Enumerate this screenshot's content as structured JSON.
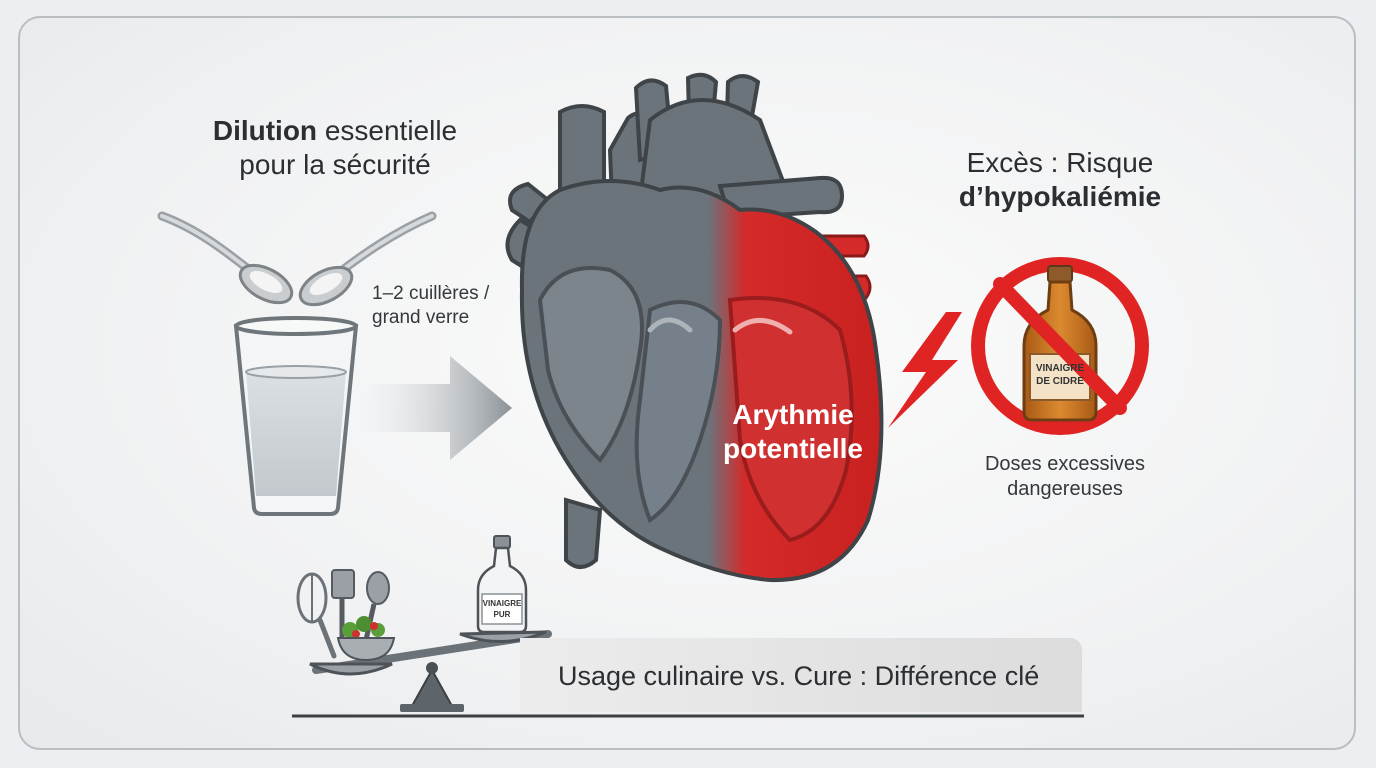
{
  "dilution": {
    "title_bold": "Dilution",
    "title_rest": " essentielle",
    "title_line2": "pour la sécurité",
    "spoon_line1": "1–2 cuillères /",
    "spoon_line2": "grand verre"
  },
  "heart": {
    "label_line1": "Arythmie",
    "label_line2": "potentielle"
  },
  "excess": {
    "title_line1": "Excès : Risque",
    "title_line2": "d’hypokaliémie",
    "bottle_line1": "VINAIGRE",
    "bottle_line2": "DE CIDRE",
    "doses_line1": "Doses excessives",
    "doses_line2": "dangereuses"
  },
  "balance": {
    "bottle_line1": "VINAIGRE",
    "bottle_line2": "PUR",
    "banner": "Usage culinaire vs. Cure : Différence clé"
  },
  "colors": {
    "heart_gray": "#6b747b",
    "heart_red": "#d42a2a",
    "warning_red": "#e02424",
    "vinegar_amber": "#c8741f"
  }
}
